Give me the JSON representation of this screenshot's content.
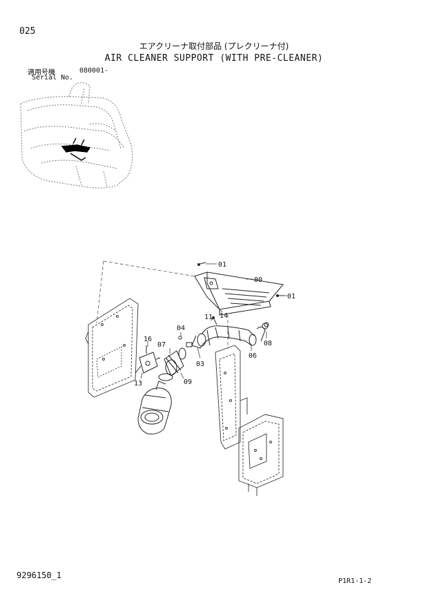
{
  "header": {
    "page_number": "025",
    "title_jp": "エアクリーナ取付部品 (プレクリーナ付)",
    "title_en": "AIR CLEANER SUPPORT (WITH PRE-CLEANER)",
    "serial_label_jp": "適用号機",
    "serial_value": "080001-",
    "serial_label_en": "Serial No."
  },
  "callouts": {
    "c00": "00",
    "c01a": "01",
    "c01b": "01",
    "c03": "03",
    "c04": "04",
    "c06": "06",
    "c07": "07",
    "c08": "08",
    "c09": "09",
    "c11": "11",
    "c13": "13",
    "c14": "14",
    "c16": "16"
  },
  "footer": {
    "document_number": "9296150_1",
    "page_ref": "P1R1-1-2"
  }
}
